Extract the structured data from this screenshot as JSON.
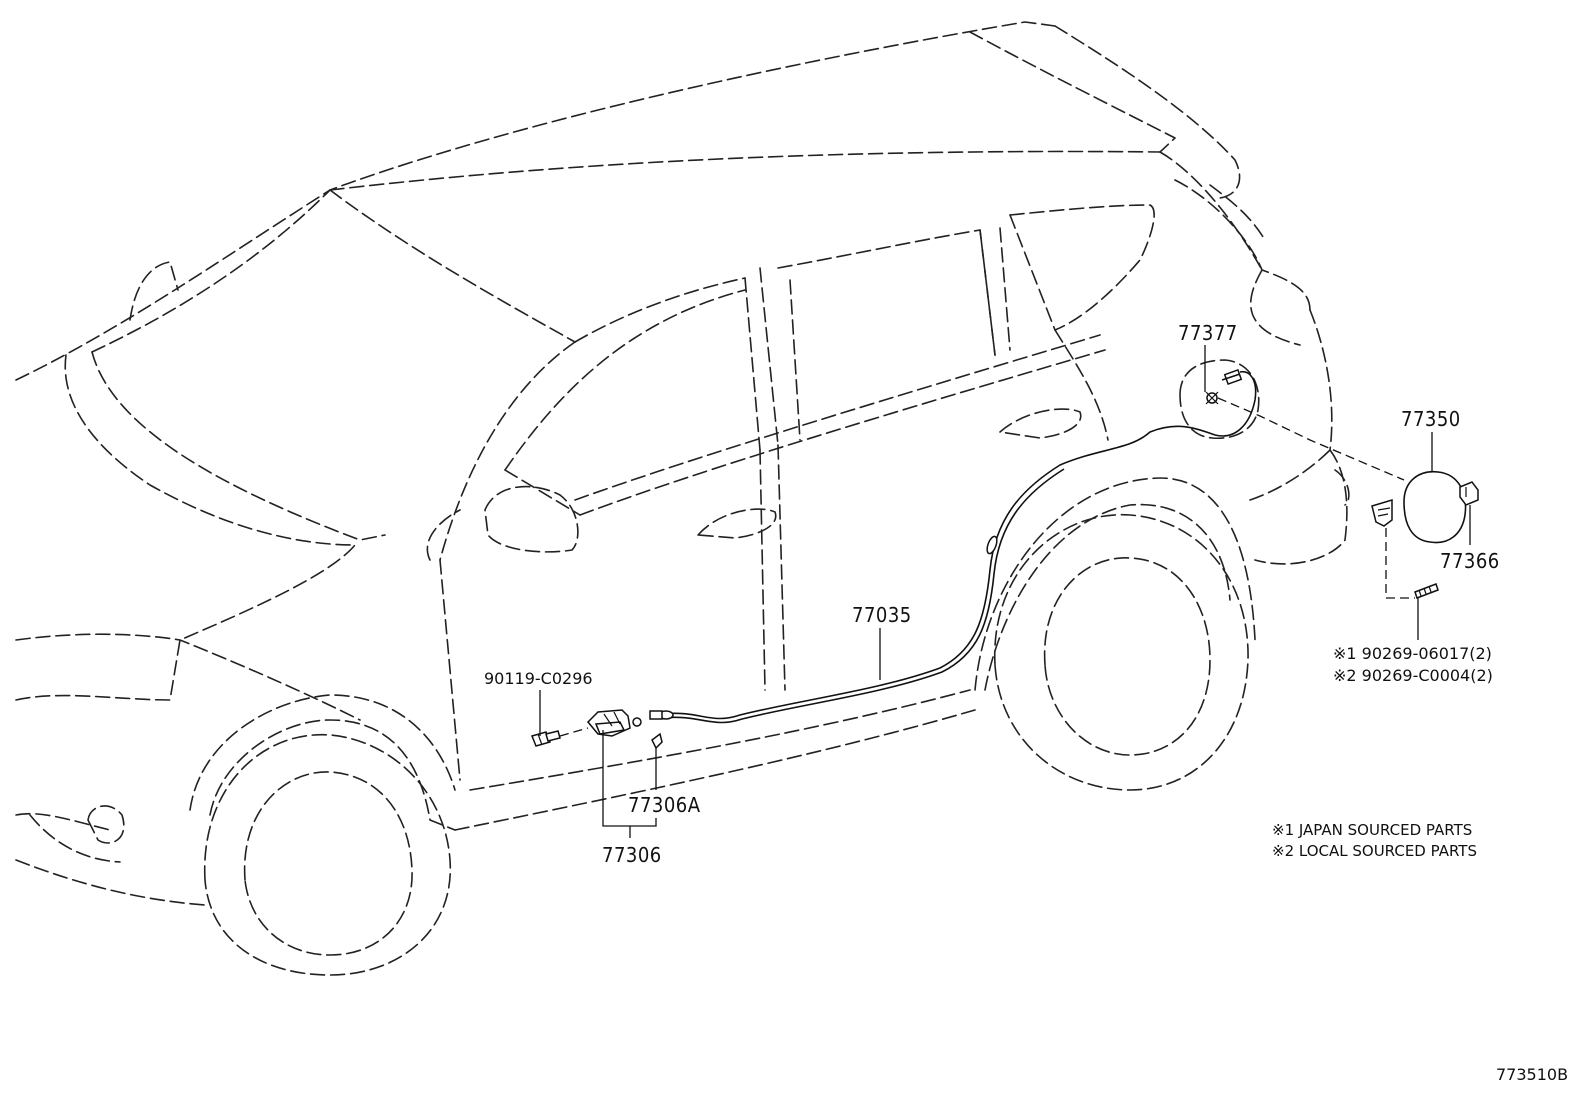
{
  "parts": {
    "p77377": "77377",
    "p77350": "77350",
    "p77366": "77366",
    "p77035": "77035",
    "p90119": "90119-C0296",
    "p77306A": "77306A",
    "p77306": "77306",
    "screw1": "※1 90269-06017(2)",
    "screw2": "※2 90269-C0004(2)"
  },
  "notes": {
    "note1": "※1 JAPAN SOURCED PARTS",
    "note2": "※2 LOCAL SOURCED PARTS"
  },
  "diagram_id": "773510B"
}
